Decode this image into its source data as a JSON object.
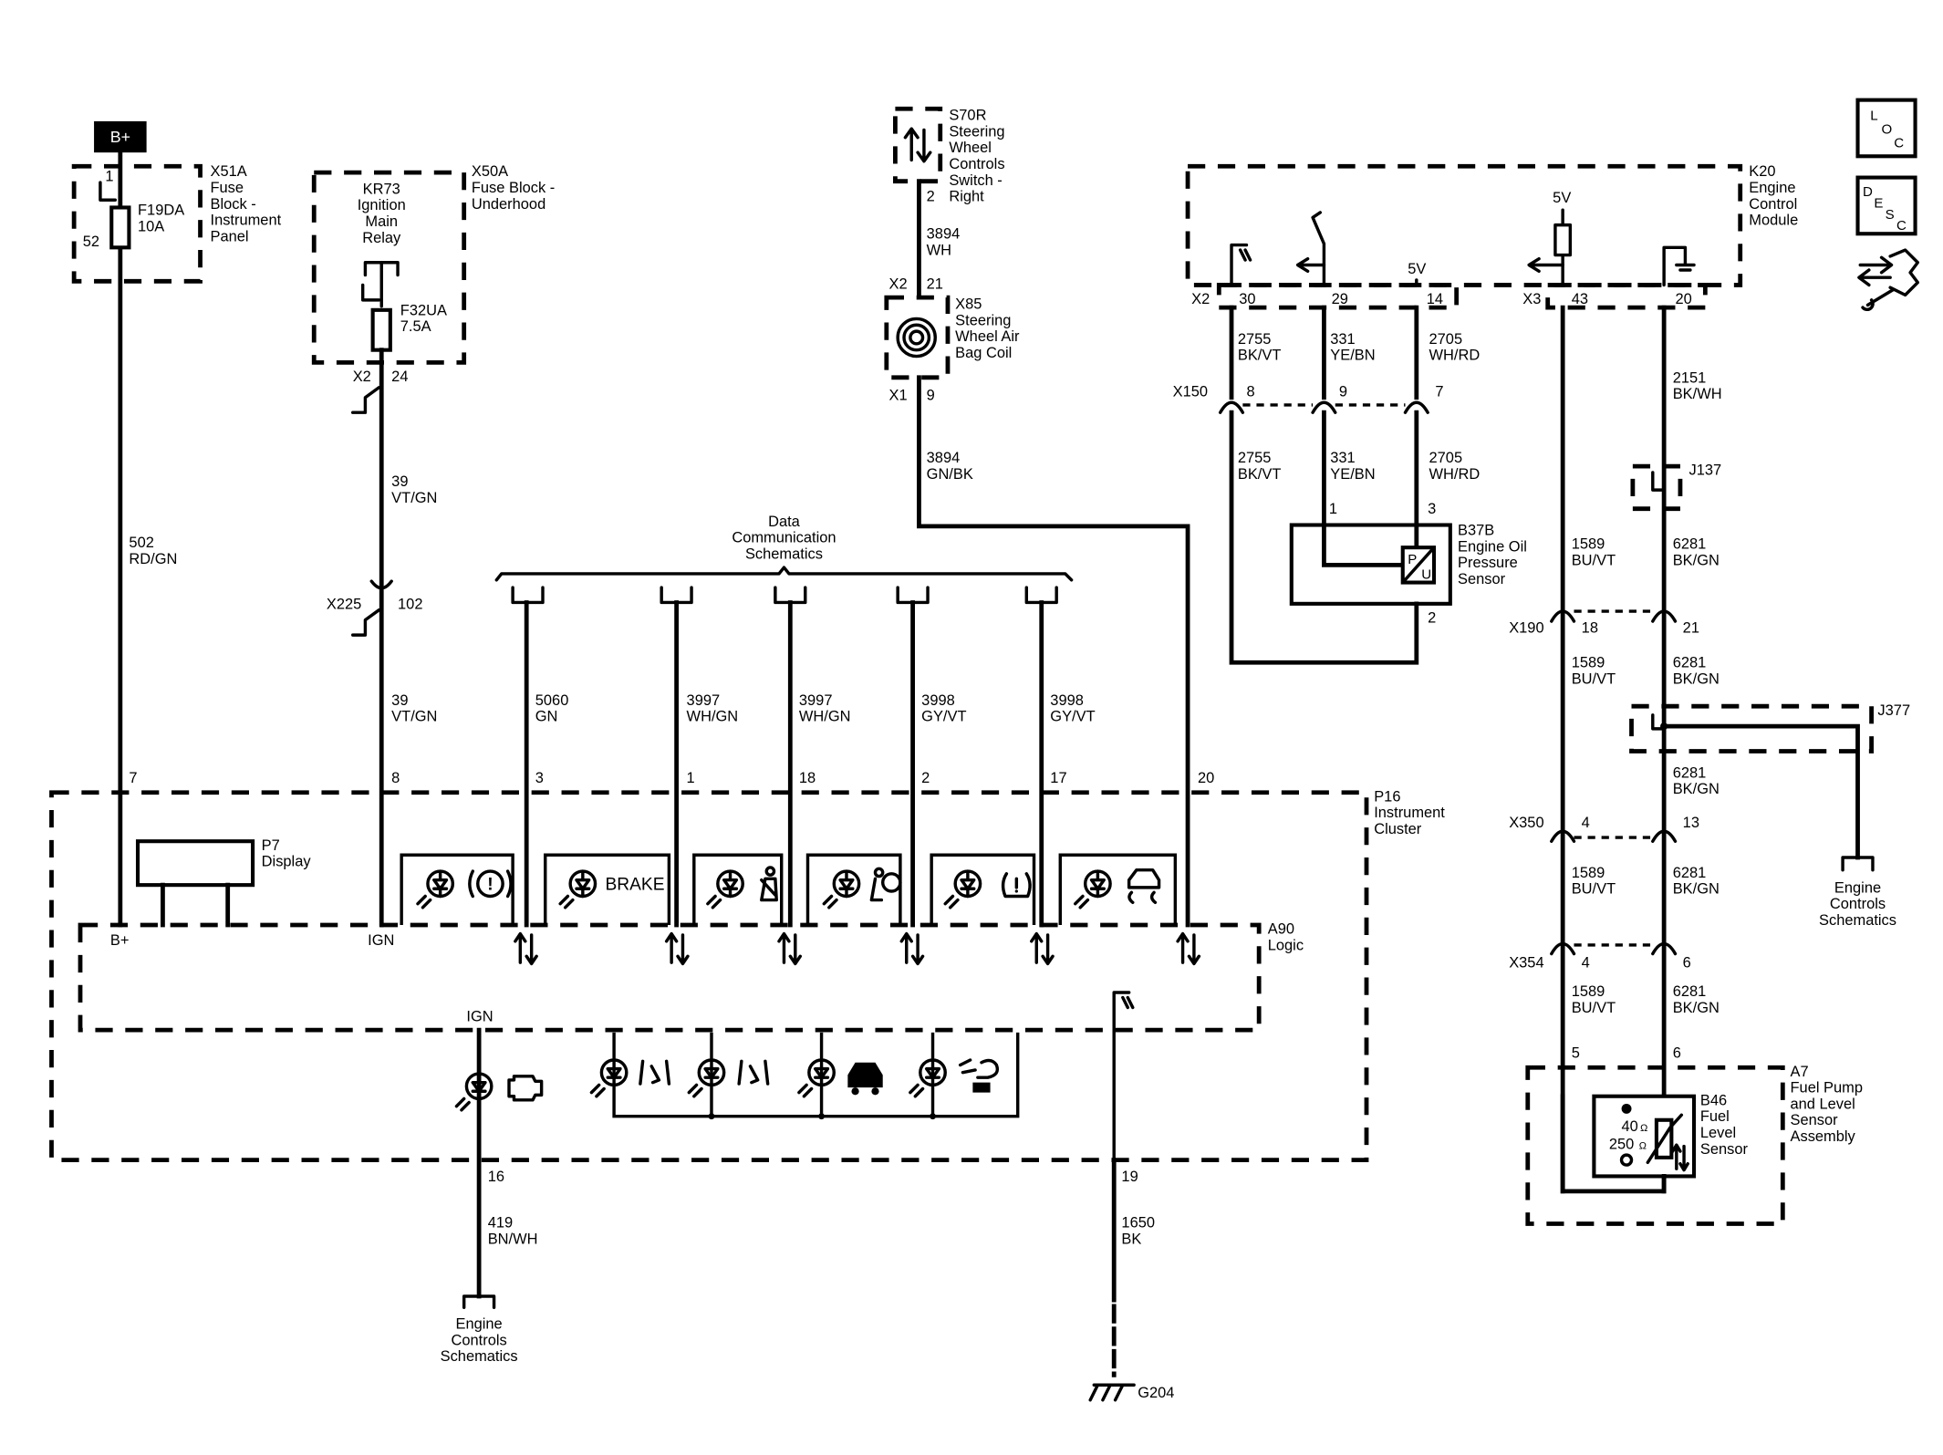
{
  "power": {
    "bplus": "B+"
  },
  "x51a": {
    "pin_top": "1",
    "pin_side": "52",
    "fuse": "F19DA",
    "rating": "10A",
    "title": [
      "X51A",
      "Fuse",
      "Block -",
      "Instrument",
      "Panel"
    ]
  },
  "x50a": {
    "relay": [
      "KR73",
      "Ignition",
      "Main",
      "Relay"
    ],
    "fuse": "F32UA",
    "rating": "7.5A",
    "title": [
      "X50A",
      "Fuse Block -",
      "Underhood"
    ],
    "conn": "X2",
    "pin": "24"
  },
  "s70r": {
    "pin": "2",
    "title": [
      "S70R",
      "Steering",
      "Wheel",
      "Controls",
      "Switch -",
      "Right"
    ]
  },
  "x85": {
    "conn_top": "X2",
    "pin_top": "21",
    "conn_bot": "X1",
    "pin_bot": "9",
    "title": [
      "X85",
      "Steering",
      "Wheel Air",
      "Bag Coil"
    ]
  },
  "x225": {
    "name": "X225",
    "pin": "102"
  },
  "dcs": {
    "title": [
      "Data",
      "Communication",
      "Schematics"
    ]
  },
  "wires": {
    "w502": [
      "502",
      "RD/GN"
    ],
    "w39a": [
      "39",
      "VT/GN"
    ],
    "w39b": [
      "39",
      "VT/GN"
    ],
    "w3894a": [
      "3894",
      "WH"
    ],
    "w3894b": [
      "3894",
      "GN/BK"
    ],
    "w5060": [
      "5060",
      "GN"
    ],
    "w3997a": [
      "3997",
      "WH/GN"
    ],
    "w3997b": [
      "3997",
      "WH/GN"
    ],
    "w3998a": [
      "3998",
      "GY/VT"
    ],
    "w3998b": [
      "3998",
      "GY/VT"
    ],
    "w419": [
      "419",
      "BN/WH"
    ],
    "w1650": [
      "1650",
      "BK"
    ],
    "w2755a": [
      "2755",
      "BK/VT"
    ],
    "w331a": [
      "331",
      "YE/BN"
    ],
    "w2705a": [
      "2705",
      "WH/RD"
    ],
    "w2755b": [
      "2755",
      "BK/VT"
    ],
    "w331b": [
      "331",
      "YE/BN"
    ],
    "w2705b": [
      "2705",
      "WH/RD"
    ],
    "w2151": [
      "2151",
      "BK/WH"
    ],
    "w1589a": [
      "1589",
      "BU/VT"
    ],
    "w6281a": [
      "6281",
      "BK/GN"
    ],
    "w1589b": [
      "1589",
      "BU/VT"
    ],
    "w6281b": [
      "6281",
      "BK/GN"
    ],
    "w6281c": [
      "6281",
      "BK/GN"
    ],
    "w1589c": [
      "1589",
      "BU/VT"
    ],
    "w6281d": [
      "6281",
      "BK/GN"
    ],
    "w1589d": [
      "1589",
      "BU/VT"
    ],
    "w6281e": [
      "6281",
      "BK/GN"
    ]
  },
  "p16": {
    "title": [
      "P16",
      "Instrument",
      "Cluster"
    ],
    "pins": [
      "7",
      "8",
      "3",
      "1",
      "18",
      "2",
      "17",
      "20",
      "16",
      "19"
    ],
    "display": [
      "P7",
      "Display"
    ],
    "brake": "BRAKE",
    "a90": [
      "A90",
      "Logic"
    ],
    "bplus": "B+",
    "ign": "IGN",
    "ign2": "IGN"
  },
  "engine_left": [
    "Engine",
    "Controls",
    "Schematics"
  ],
  "ground": "G204",
  "k20": {
    "title": [
      "K20",
      "Engine",
      "Control",
      "Module"
    ],
    "v5a": "5V",
    "v5b": "5V",
    "conn_x2": "X2",
    "conn_x3": "X3",
    "pins": [
      "30",
      "29",
      "14",
      "43",
      "20"
    ]
  },
  "x150": {
    "name": "X150",
    "pins": [
      "8",
      "9",
      "7"
    ]
  },
  "b37b": {
    "pins": [
      "1",
      "3",
      "2"
    ],
    "title": [
      "B37B",
      "Engine Oil",
      "Pressure",
      "Sensor"
    ],
    "p": "P",
    "u": "U"
  },
  "j137": "J137",
  "x190": {
    "name": "X190",
    "pins": [
      "18",
      "21"
    ]
  },
  "j377": "J377",
  "engine_right": [
    "Engine",
    "Controls",
    "Schematics"
  ],
  "x350": {
    "name": "X350",
    "pins": [
      "4",
      "13"
    ]
  },
  "x354": {
    "name": "X354",
    "pins": [
      "4",
      "6"
    ]
  },
  "a7": {
    "pins": [
      "5",
      "6"
    ],
    "title": [
      "A7",
      "Fuel Pump",
      "and Level",
      "Sensor",
      "Assembly"
    ]
  },
  "b46": {
    "title": [
      "B46",
      "Fuel",
      "Level",
      "Sensor"
    ],
    "r40": "40",
    "r250": "250",
    "ohm": "Ω"
  },
  "nav": {
    "loc": [
      "L",
      "O",
      "C"
    ],
    "desc": [
      "D",
      "E",
      "S",
      "C"
    ]
  }
}
